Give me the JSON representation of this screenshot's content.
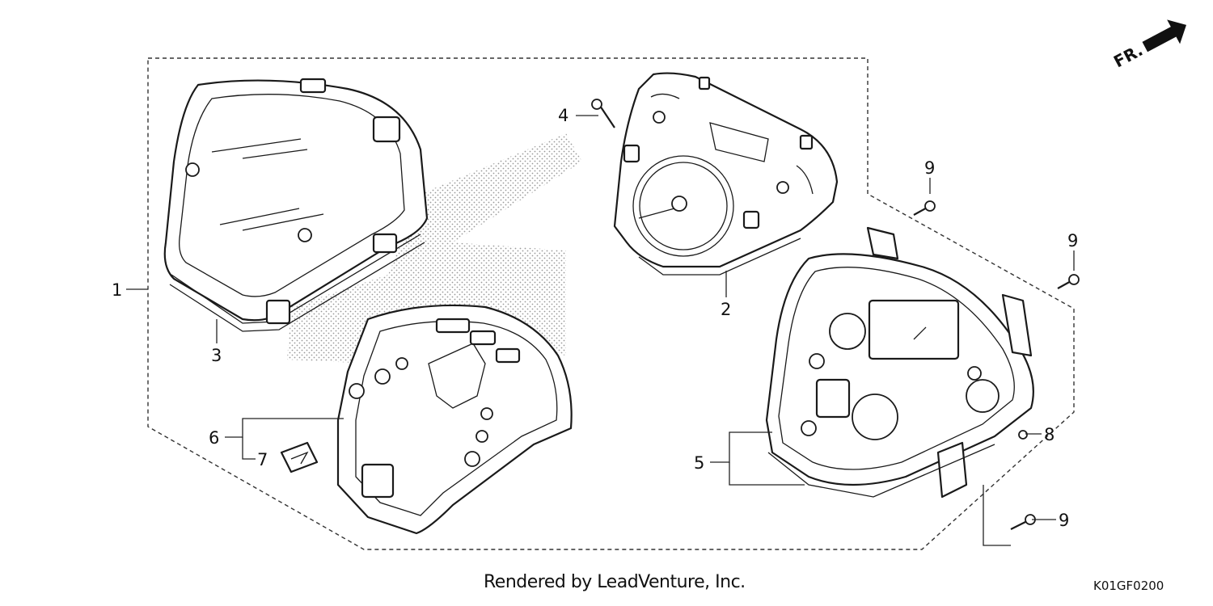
{
  "diagram": {
    "orientation_label": "FR.",
    "callouts": [
      {
        "id": "1",
        "text": "1"
      },
      {
        "id": "2",
        "text": "2"
      },
      {
        "id": "3",
        "text": "3"
      },
      {
        "id": "4",
        "text": "4"
      },
      {
        "id": "5",
        "text": "5"
      },
      {
        "id": "6",
        "text": "6"
      },
      {
        "id": "7",
        "text": "7"
      },
      {
        "id": "8",
        "text": "8"
      },
      {
        "id": "9a",
        "text": "9"
      },
      {
        "id": "9b",
        "text": "9"
      },
      {
        "id": "9c",
        "text": "9"
      }
    ]
  },
  "footer": {
    "credit": "Rendered by LeadVenture, Inc.",
    "code": "K01GF0200"
  }
}
